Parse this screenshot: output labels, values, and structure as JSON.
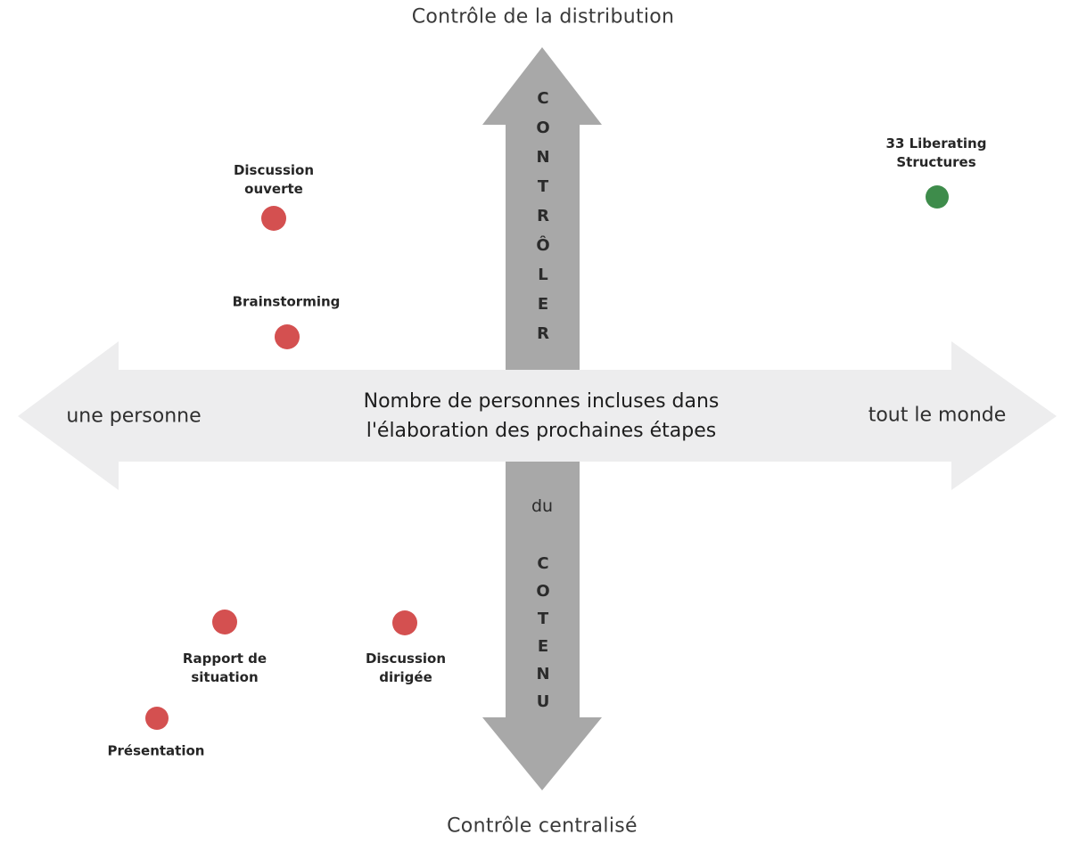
{
  "title_top": "Contrôle de la distribution",
  "title_bottom": "Contrôle centralisé",
  "axes": {
    "vertical_word_upper": "CONTRÔLER",
    "vertical_connector": "du",
    "vertical_word_lower": "COTENU",
    "left_label": "une personne",
    "right_label": "tout le monde",
    "center_text": "Nombre de personnes incluses dans\nl'élaboration des prochaines étapes"
  },
  "points": [
    {
      "label": "Discussion\nouverte",
      "color": "#d45050"
    },
    {
      "label": "Brainstorming",
      "color": "#d45050"
    },
    {
      "label": "33 Liberating\nStructures",
      "color": "#3e8c4b"
    },
    {
      "label": "Rapport de\nsituation",
      "color": "#d45050"
    },
    {
      "label": "Discussion\ndirigée",
      "color": "#d45050"
    },
    {
      "label": "Présentation",
      "color": "#d45050"
    }
  ],
  "colors": {
    "dot_red": "#d45050",
    "dot_green": "#3e8c4b",
    "arrow_gray": "#a8a8a8",
    "band_gray": "#ededee",
    "text_dark": "#2b2b2b"
  }
}
